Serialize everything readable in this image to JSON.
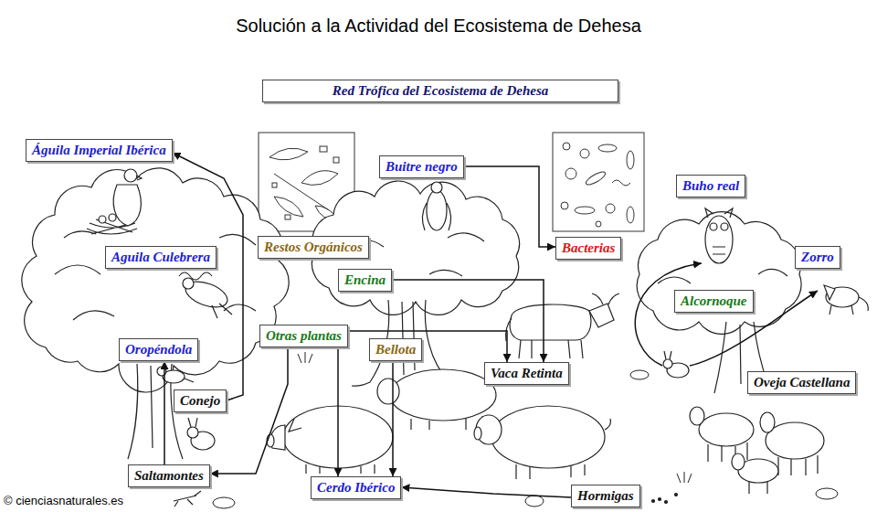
{
  "diagram": {
    "title": "Solución a la Actividad del Ecosistema de Dehesa",
    "nodes": [
      {
        "text": [
          "Red Trófica del Ecosistema de Dehesa"
        ]
      },
      {
        "text": [
          "Águila Imperial Ibérica"
        ]
      },
      {
        "text": [
          "Buitre negro"
        ]
      },
      {
        "text": [
          "Buho real"
        ]
      },
      {
        "text": [
          "Restos Orgánicos"
        ]
      },
      {
        "text": [
          "Bacterias"
        ]
      },
      {
        "text": [
          "Aguila Culebrera"
        ]
      },
      {
        "text": [
          "Zorro"
        ]
      },
      {
        "text": [
          "Encina"
        ]
      },
      {
        "text": [
          "Alcornoque"
        ]
      },
      {
        "text": [
          "Otras plantas"
        ]
      },
      {
        "text": [
          "Bellota"
        ]
      },
      {
        "text": [
          "Oropéndola"
        ]
      },
      {
        "text": [
          "Vaca Retinta"
        ]
      },
      {
        "text": [
          "Oveja Castellana"
        ]
      },
      {
        "text": [
          "Conejo"
        ]
      },
      {
        "text": [
          "Saltamontes"
        ]
      },
      {
        "text": [
          "Cerdo Ibérico"
        ]
      },
      {
        "text": [
          "Hormigas"
        ]
      }
    ],
    "edges": [
      {
        "from": 15,
        "to": 1,
        "arrow": "to"
      },
      {
        "from": 16,
        "to": 12,
        "arrow": "to"
      },
      {
        "from": 10,
        "to": 16,
        "arrow": "to"
      },
      {
        "from": 10,
        "to": 13,
        "arrow": "to"
      },
      {
        "from": 10,
        "to": 17,
        "arrow": "to"
      },
      {
        "from": 11,
        "to": 17,
        "arrow": "to"
      },
      {
        "from": 8,
        "to": 13,
        "arrow": "to"
      },
      {
        "from": 2,
        "to": 5,
        "arrow": "to"
      },
      {
        "from": 18,
        "to": 17,
        "arrow": "to"
      }
    ],
    "labels": [
      "© cienciasnaturales.es"
    ]
  }
}
